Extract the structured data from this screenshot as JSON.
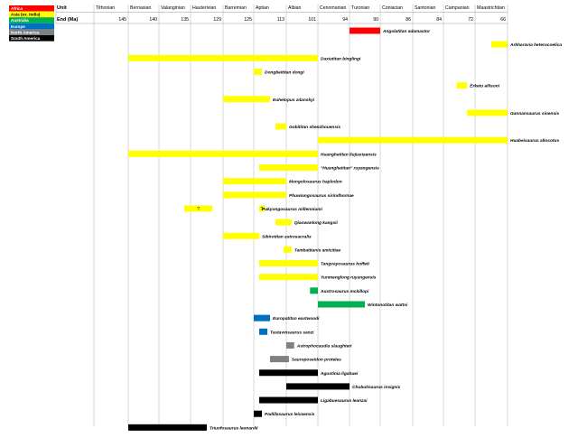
{
  "chart_data": {
    "type": "bar",
    "subtype": "timeline",
    "legend": [
      {
        "name": "Africa",
        "color": "#ff0000"
      },
      {
        "name": "Asia (ex. India)",
        "color": "#ffff00"
      },
      {
        "name": "Australia",
        "color": "#00b050"
      },
      {
        "name": "Europe",
        "color": "#0070c0"
      },
      {
        "name": "North America",
        "color": "#808080"
      },
      {
        "name": "South America",
        "color": "#000000"
      }
    ],
    "legend_placement": "top-left",
    "header": {
      "unit_label": "Unit",
      "end_label": "End (Ma)"
    },
    "stages": [
      "Tithonian",
      "Berriasian",
      "Valanginian",
      "Hauterivian",
      "Barremian",
      "Aptian",
      "Albian",
      "Cenomanian",
      "Turonian",
      "Coniacian",
      "Santonian",
      "Campanian",
      "Maastrichtian"
    ],
    "stage_end_ma": [
      "145",
      "140",
      "135",
      "129",
      "125",
      "113",
      "101",
      "94",
      "90",
      "86",
      "84",
      "72",
      "66"
    ],
    "xlim": [
      150,
      66
    ],
    "colors": {
      "Africa": "#ff0000",
      "Asia": "#ffff00",
      "Australia": "#00b050",
      "Europe": "#0070c0",
      "North America": "#808080",
      "South America": "#000000"
    },
    "taxa": [
      {
        "name": "Angolatitan adamastor",
        "region": "Africa",
        "start": 94,
        "end": 90
      },
      {
        "name": "Arkharavia heterocoelica",
        "region": "Asia",
        "start": 69,
        "end": 66
      },
      {
        "name": "Daxiatitan binglingi",
        "region": "Asia",
        "start": 145,
        "end": 101
      },
      {
        "name": "Dongbeititan dongi",
        "region": "Asia",
        "start": 125,
        "end": 122
      },
      {
        "name": "Erketu ellisoni",
        "region": "Asia",
        "start": 79,
        "end": 75
      },
      {
        "name": "Euhelopus zdanskyi",
        "region": "Asia",
        "start": 129,
        "end": 119
      },
      {
        "name": "Gannansaurus sinensis",
        "region": "Asia",
        "start": 75,
        "end": 66
      },
      {
        "name": "Gobititan shenzhouensis",
        "region": "Asia",
        "start": 117,
        "end": 113
      },
      {
        "name": "Huabeisaurus allocotus",
        "region": "Asia",
        "start": 101,
        "end": 66
      },
      {
        "name": "Huanghetitan liujiaxiaensis",
        "region": "Asia",
        "start": 145,
        "end": 101
      },
      {
        "name": "\"Huanghetitan\" ruyangensis",
        "region": "Asia",
        "start": 123,
        "end": 101
      },
      {
        "name": "Mongolosaurus haplodon",
        "region": "Asia",
        "start": 129,
        "end": 113
      },
      {
        "name": "Phuwiangosaurus sirindhornae",
        "region": "Asia",
        "start": 129,
        "end": 113
      },
      {
        "name": "Pukyongosaurus millenniumi",
        "region": "Asia",
        "start": 136,
        "end": 123,
        "unknown_segments": [
          [
            136,
            131,
            "?"
          ],
          [
            123,
            121,
            "?"
          ]
        ]
      },
      {
        "name": "Qiaowanlong kangxii",
        "region": "Asia",
        "start": 117,
        "end": 111
      },
      {
        "name": "Sibirotitan astrosacralis",
        "region": "Asia",
        "start": 129,
        "end": 123
      },
      {
        "name": "Tambatitanis amicitiae",
        "region": "Asia",
        "start": 114,
        "end": 111
      },
      {
        "name": "Tangvayosaurus hoffeti",
        "region": "Asia",
        "start": 123,
        "end": 101
      },
      {
        "name": "Yunmenglong ruyangensis",
        "region": "Asia",
        "start": 123,
        "end": 101
      },
      {
        "name": "Austrosaurus mckillopi",
        "region": "Australia",
        "start": 104,
        "end": 101
      },
      {
        "name": "Wintonotitan wattsi",
        "region": "Australia",
        "start": 101,
        "end": 92
      },
      {
        "name": "Europatitan eastwoodi",
        "region": "Europe",
        "start": 125,
        "end": 119
      },
      {
        "name": "Tastavinsaurus sanzi",
        "region": "Europe",
        "start": 123,
        "end": 120
      },
      {
        "name": "Astrophocaudia slaughteri",
        "region": "North America",
        "start": 113,
        "end": 110
      },
      {
        "name": "Sauroposeidon proteles",
        "region": "North America",
        "start": 119,
        "end": 112
      },
      {
        "name": "Agustinia ligabuei",
        "region": "South America",
        "start": 123,
        "end": 101
      },
      {
        "name": "Chubutisaurus insignis",
        "region": "South America",
        "start": 113,
        "end": 94
      },
      {
        "name": "Ligabuesaurus leanzai",
        "region": "South America",
        "start": 123,
        "end": 101
      },
      {
        "name": "Padillasaurus leivaensis",
        "region": "South America",
        "start": 125,
        "end": 122
      },
      {
        "name": "Triunfosaurus leonardii",
        "region": "South America",
        "start": 145,
        "end": 132
      }
    ]
  }
}
